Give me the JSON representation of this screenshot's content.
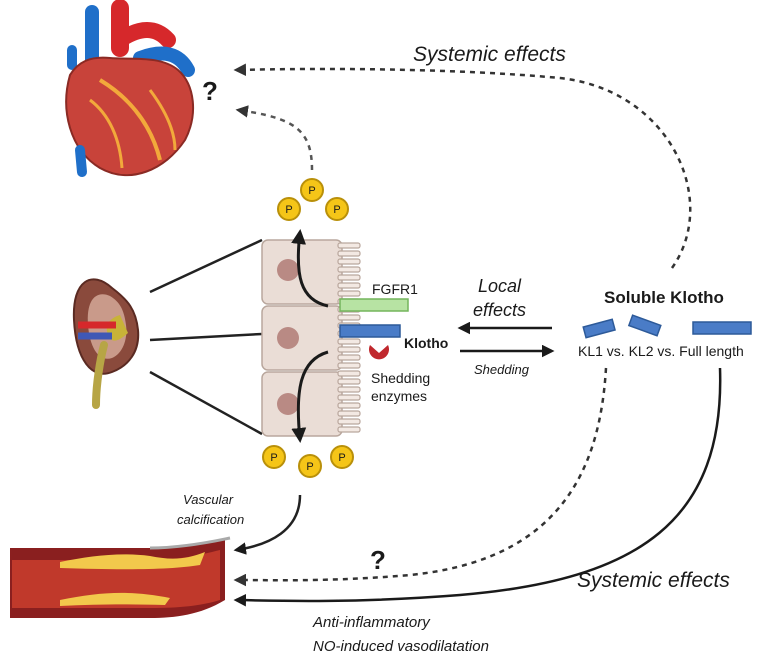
{
  "labels": {
    "systemic_top": "Systemic effects",
    "systemic_bottom": "Systemic effects",
    "question_top": "?",
    "question_bottom": "?",
    "local_effects_1": "Local",
    "local_effects_2": "effects",
    "soluble_klotho": "Soluble Klotho",
    "kl_types": "KL1 vs. KL2 vs. Full length",
    "fgfr1": "FGFR1",
    "klotho": "Klotho",
    "shedding_enzymes_1": "Shedding",
    "shedding_enzymes_2": "enzymes",
    "shedding": "Shedding",
    "vascular_calcification_1": "Vascular",
    "vascular_calcification_2": "calcification",
    "anti_inflammatory": "Anti-inflammatory",
    "no_vasodilatation": "NO-induced vasodilatation",
    "phosphate": "P"
  },
  "colors": {
    "phosphate_fill": "#f5c518",
    "klotho_blue": "#4a7cc7",
    "fgfr1_green": "#9fd68a",
    "enzyme_red": "#c0282d",
    "cell_fill": "#eaddd6",
    "nucleus": "#b98a84"
  }
}
